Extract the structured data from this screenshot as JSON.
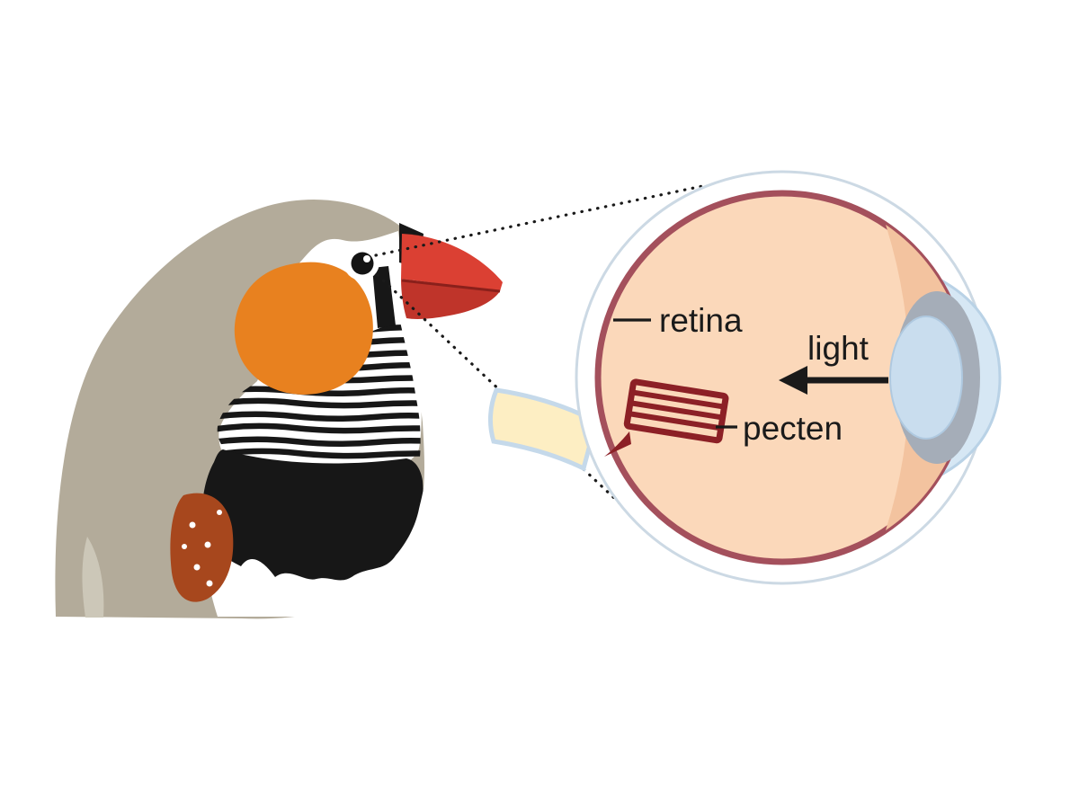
{
  "figure": {
    "labels": {
      "retina": "retina",
      "light": "light",
      "pecten": "pecten"
    },
    "icons": {
      "light_direction_arrow": "left-arrow",
      "magnifier_cone": "dotted-expansion-lines"
    },
    "colors": {
      "background": "#ffffff",
      "label_text": "#1a1a1a",
      "dotted_line": "#1a1a1a",
      "head_gray": "#b3ab9a",
      "body_shadow": "#ccc7b8",
      "cheek_orange": "#e8811f",
      "beak_red": "#db4033",
      "beak_red_dark": "#bf342a",
      "beak_mouth_line": "#8a201b",
      "plumage_black": "#171717",
      "plumage_white": "#ffffff",
      "flank_chestnut": "#a7471d",
      "sclera_white": "#ffffff",
      "sclera_outline": "#ccd9e4",
      "cornea_blue": "#d6e7f4",
      "cornea_outline": "#b9d2e6",
      "lens_gray": "#a5adb8",
      "lens_blue": "#c9ddee",
      "lens_blue_outline": "#afc9e0",
      "eye_interior_peach": "#fbd8ba",
      "eye_interior_peach_dark": "#f3c39f",
      "retina_ring_maroon": "#a4505c",
      "optic_nerve_yellow": "#fdeec3",
      "optic_nerve_outline": "#c5d9ea",
      "pecten_maroon": "#8c2026",
      "bird_eye_black": "#141414"
    }
  }
}
